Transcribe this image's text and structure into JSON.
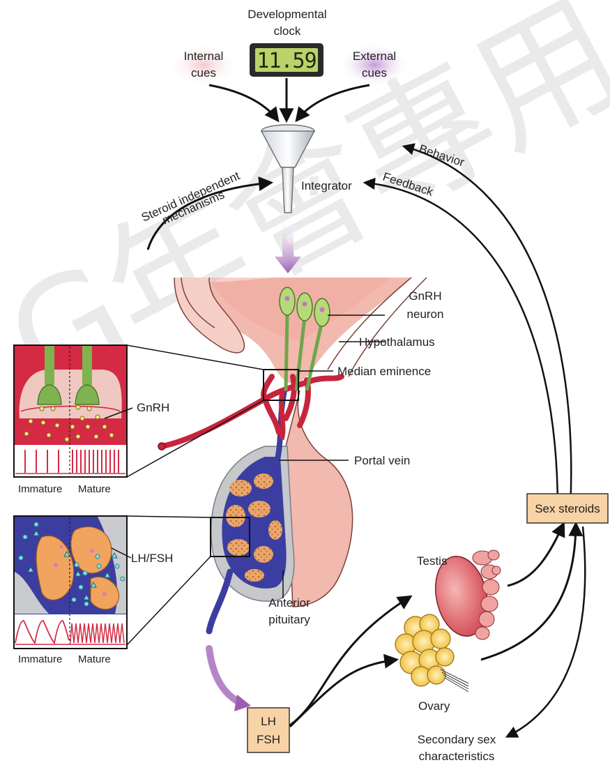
{
  "clock": {
    "title_line1": "Developmental",
    "title_line2": "clock",
    "display": "11.59"
  },
  "cues": {
    "internal_line1": "Internal",
    "internal_line2": "cues",
    "external_line1": "External",
    "external_line2": "cues"
  },
  "integrator": "Integrator",
  "steroid_independent_line1": "Steroid independent",
  "steroid_independent_line2": "mechanisms",
  "behavior": "Behavior",
  "feedback": "Feedback",
  "labels": {
    "gnrh_neuron_line1": "GnRH",
    "gnrh_neuron_line2": "neuron",
    "hypothalamus": "Hypothalamus",
    "median_eminence": "Median eminence",
    "portal_vein": "Portal vein",
    "anterior_pituitary_line1": "Anterior",
    "anterior_pituitary_line2": "pituitary",
    "gnrh": "GnRH",
    "lh_fsh": "LH/FSH",
    "testis": "Testis",
    "ovary": "Ovary",
    "secondary_line1": "Secondary sex",
    "secondary_line2": "characteristics"
  },
  "inset_top": {
    "immature": "Immature",
    "mature": "Mature"
  },
  "inset_bottom": {
    "immature": "Immature",
    "mature": "Mature"
  },
  "sex_steroids_box": "Sex steroids",
  "lh_fsh_box": {
    "line1": "LH",
    "line2": "FSH"
  },
  "watermark": "G年會專用",
  "colors": {
    "hypothalamus": "#f2b9ae",
    "vessel_red": "#c8243c",
    "vessel_blue": "#3b3ea0",
    "box_fill": "#f8d3a6",
    "arrow_purple": "#9d5cb4"
  }
}
